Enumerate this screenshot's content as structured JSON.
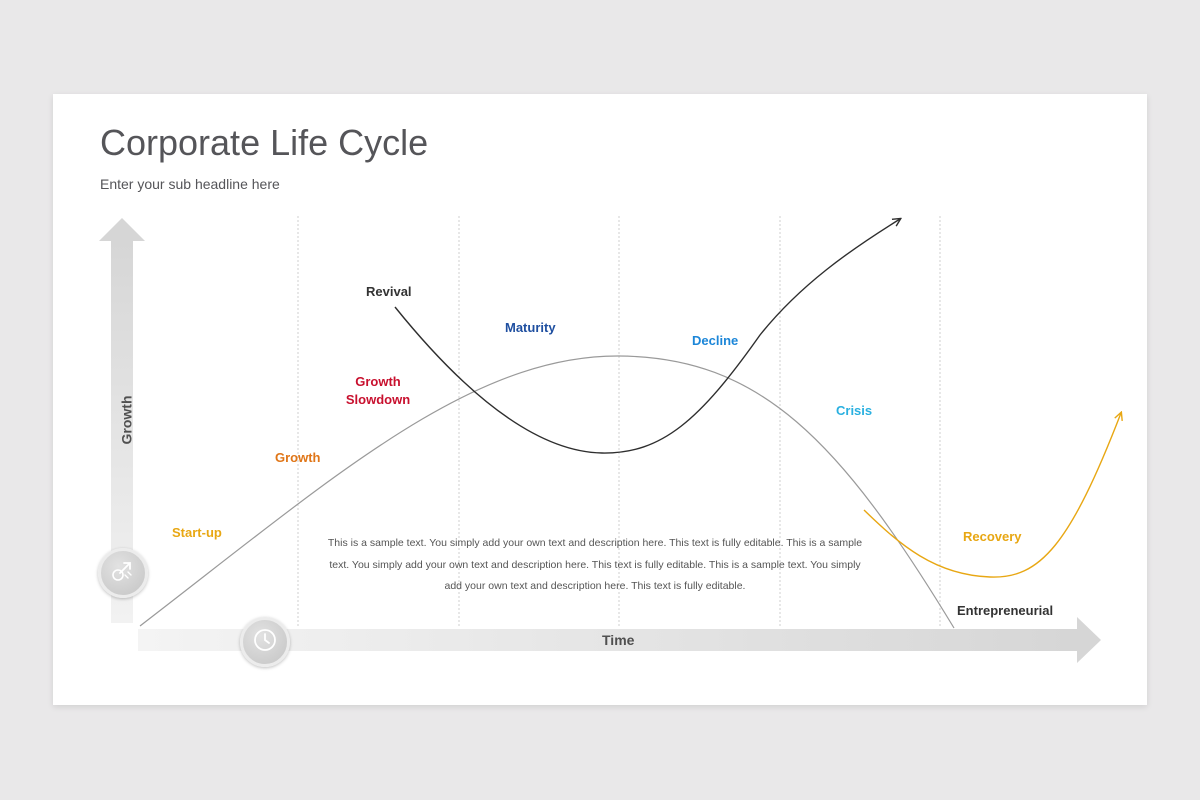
{
  "slide": {
    "title": "Corporate Life Cycle",
    "subtitle": "Enter your sub headline here"
  },
  "axes": {
    "y_label": "Growth",
    "x_label": "Time"
  },
  "stages": [
    {
      "key": "startup",
      "label": "Start-up",
      "color": "#e8a713"
    },
    {
      "key": "growth",
      "label": "Growth",
      "color": "#e07618"
    },
    {
      "key": "growth_slowdown",
      "label": "Growth\nSlowdown",
      "color": "#c8102e"
    },
    {
      "key": "revival",
      "label": "Revival",
      "color": "#333333"
    },
    {
      "key": "maturity",
      "label": "Maturity",
      "color": "#1f4fa0"
    },
    {
      "key": "decline",
      "label": "Decline",
      "color": "#1c86d8"
    },
    {
      "key": "crisis",
      "label": "Crisis",
      "color": "#2ab0e0"
    },
    {
      "key": "recovery",
      "label": "Recovery",
      "color": "#e8a713"
    },
    {
      "key": "entrepreneurial",
      "label": "Entrepreneurial",
      "color": "#333333"
    }
  ],
  "description": "This is a sample text. You simply add your own text and description here. This text is fully editable. This is a sample text. You simply add your own text and description here. This text is fully editable.  This is a sample text. You simply add your own text and description here. This text is fully editable.",
  "icons": {
    "growth_badge": "rocket-growth-icon",
    "time_badge": "clock-icon"
  },
  "colors": {
    "main_curve": "#9a9a9a",
    "revival_curve": "#2e2e2e",
    "recovery_curve": "#e8a713",
    "gridline": "#cfcfcf",
    "axis": "#dcdcdc"
  }
}
